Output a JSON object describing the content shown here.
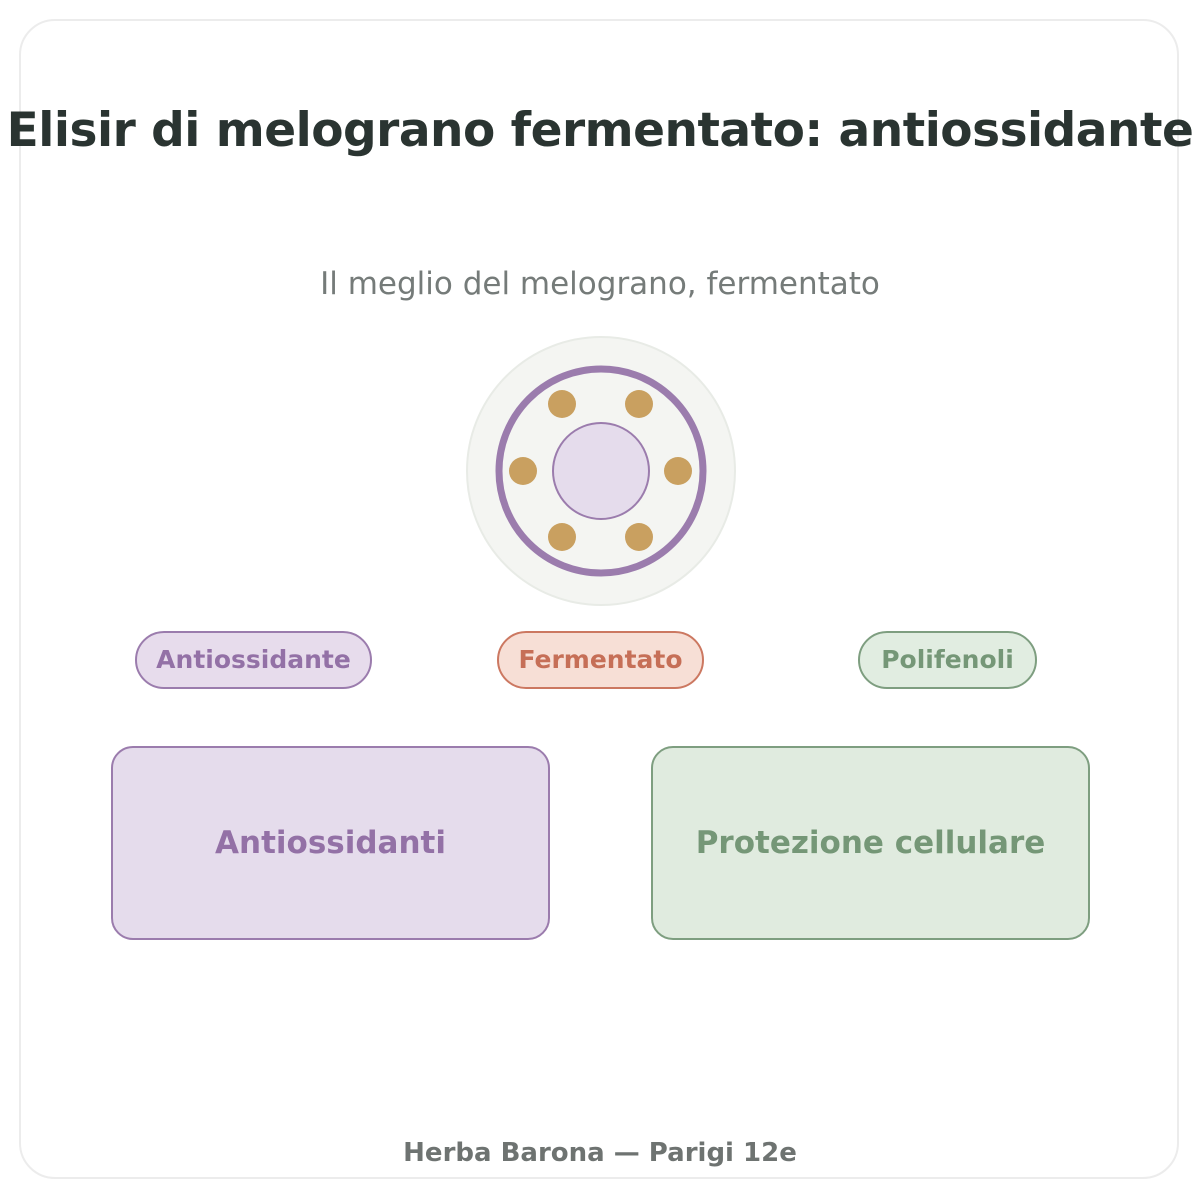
{
  "header": {
    "title": "Elisir di melograno fermentato: antiossidante",
    "subtitle": "Il meglio del melograno, fermentato"
  },
  "emblem": {
    "icon": "pomegranate-seeds-icon",
    "colors": {
      "outer_fill": "#f4f5f2",
      "ring": "#9b7cad",
      "core_fill": "#e5dcec",
      "seeds": "#c9a060"
    }
  },
  "tags": [
    {
      "label": "Antiossidante"
    },
    {
      "label": "Fermentato"
    },
    {
      "label": "Polifenoli"
    }
  ],
  "benefits": [
    {
      "label": "Antiossidanti"
    },
    {
      "label": "Protezione cellulare"
    }
  ],
  "footer": {
    "text": "Herba Barona — Parigi 12e"
  },
  "colors": {
    "purple": "#9b7cad",
    "terracotta": "#cc7861",
    "sage": "#7e9e80",
    "title_text": "#2a3431"
  }
}
